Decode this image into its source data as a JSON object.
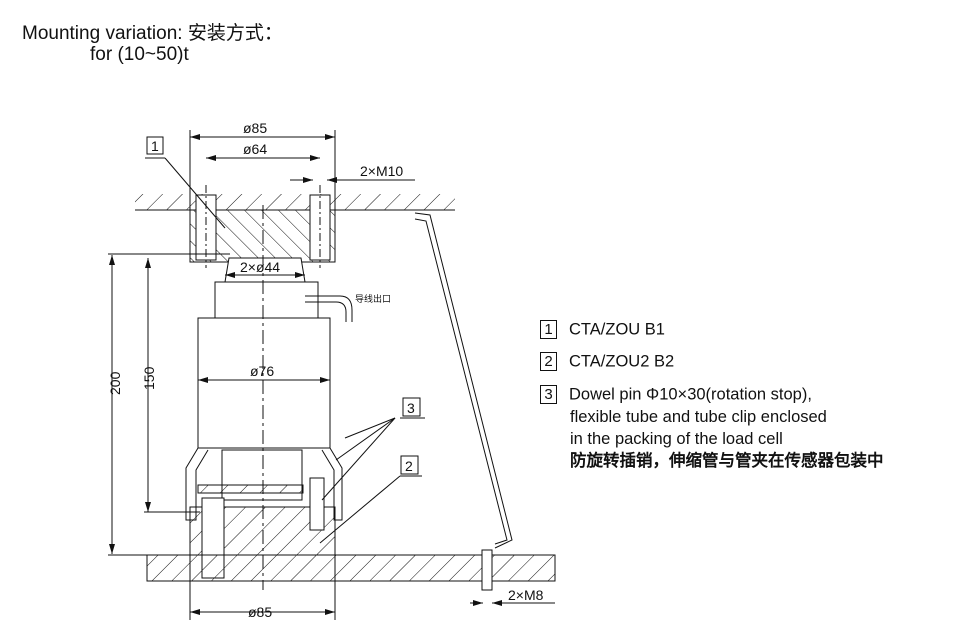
{
  "title": {
    "line1": "Mounting variation: 安装方式：",
    "line2": "for  (10~50)t"
  },
  "dimensions": {
    "top_outer_dia": "ø85",
    "top_bolt_circle": "ø64",
    "top_bolts": "2×M10",
    "cap_dia": "2×ø44",
    "body_dia": "ø76",
    "bottom_dia": "ø85",
    "bottom_bolts": "2×M8",
    "total_height": "200",
    "cell_height": "150",
    "cable_outlet": "导线出口"
  },
  "callouts": [
    "1",
    "3",
    "2"
  ],
  "legend": [
    {
      "num": "1",
      "text": "CTA/ZOU B1"
    },
    {
      "num": "2",
      "text": "CTA/ZOU2 B2"
    },
    {
      "num": "3",
      "lines": [
        "Dowel pin Φ10×30(rotation stop),",
        "flexible tube and tube clip enclosed",
        "in the packing of the load cell",
        "防旋转插销，伸缩管与管夹在传感器包装中"
      ]
    }
  ]
}
